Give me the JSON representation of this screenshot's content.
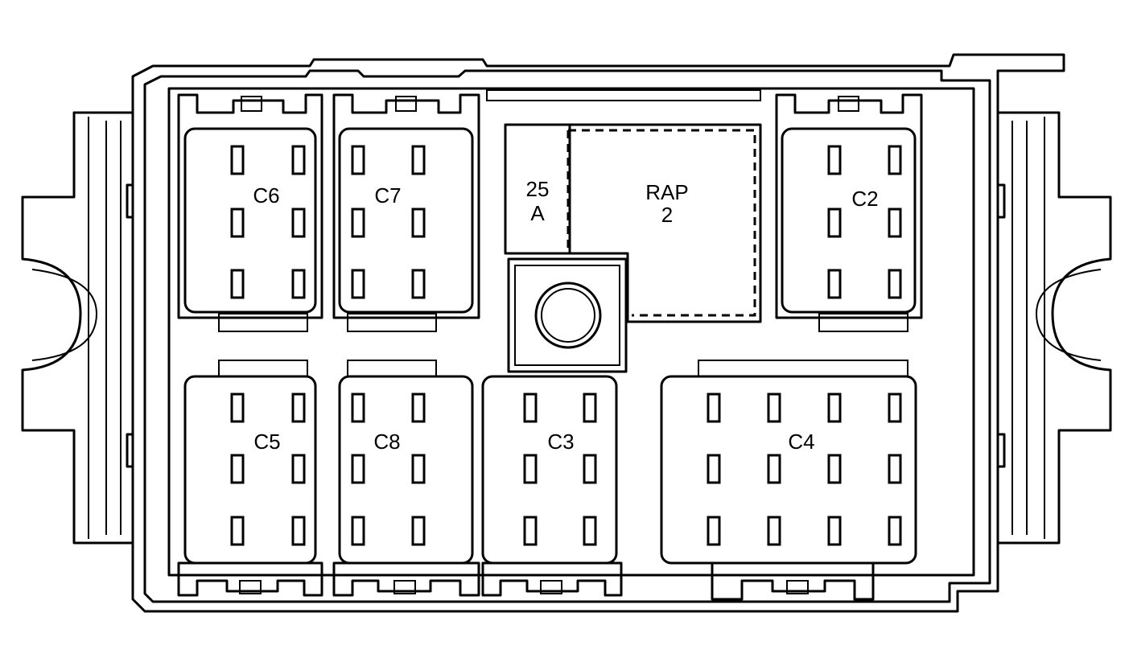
{
  "connectors": {
    "c6": "C6",
    "c7": "C7",
    "c2": "C2",
    "c5": "C5",
    "c8": "C8",
    "c3": "C3",
    "c4": "C4"
  },
  "fuse": {
    "line1": "25",
    "line2": "A"
  },
  "relay": {
    "line1": "RAP",
    "line2": "2"
  }
}
